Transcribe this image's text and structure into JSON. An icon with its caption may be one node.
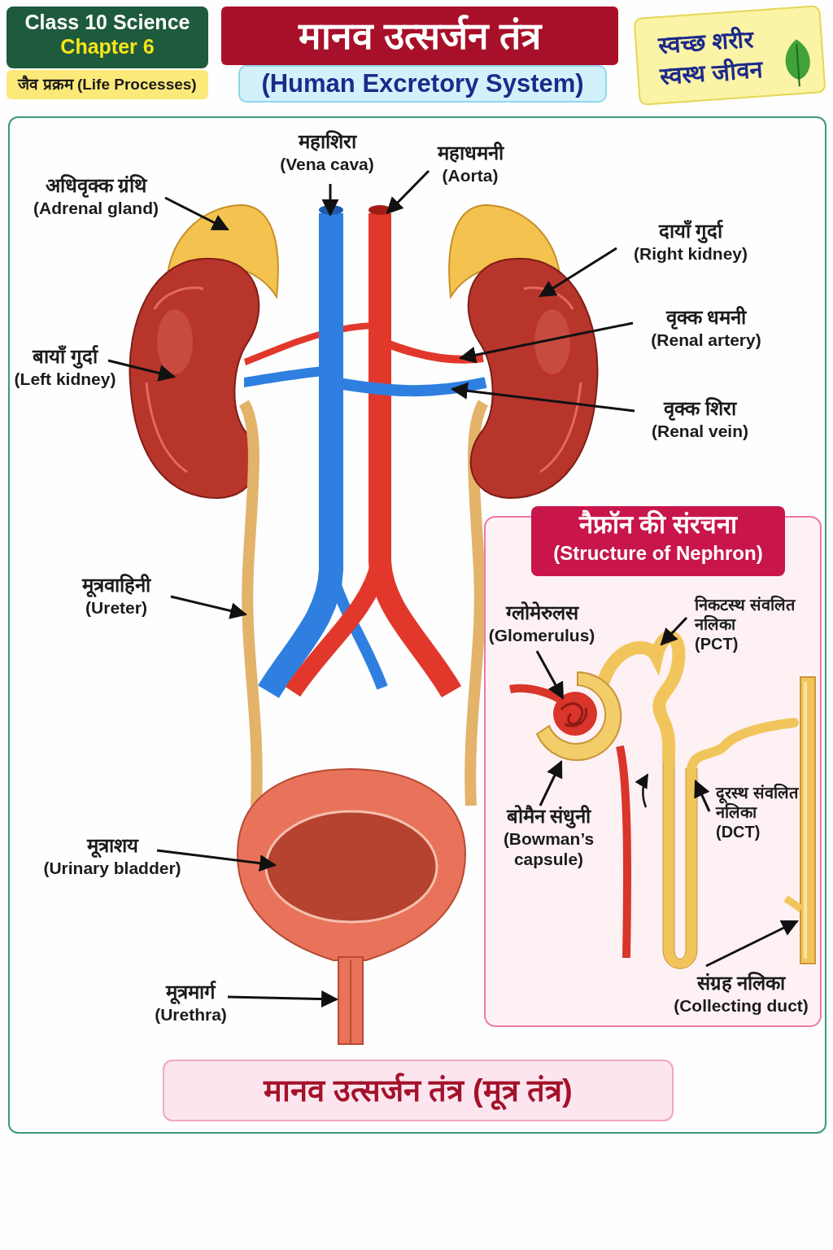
{
  "diagram": {
    "title": "मानव उत्सर्जन तंत्र",
    "nodes": [
      {
        "text": [
          "Class 10 Science",
          "Chapter 6"
        ]
      },
      {
        "text": [
          "जैव प्रक्रम (Life Processes)"
        ]
      },
      {
        "text": [
          "(Human Excretory System)"
        ]
      },
      {
        "text": [
          "स्वच्छ शरीर स्वस्थ जीवन"
        ]
      },
      {
        "text": [],
        "shape": "box"
      },
      {
        "text": [
          "अधिवृक्क ग्रंथि",
          "(Adrenal gland)"
        ],
        "in": 4
      },
      {
        "text": [
          "महाशिरा",
          "(Vena cava)"
        ],
        "in": 4
      },
      {
        "text": [
          "महाधमनी",
          "(Aorta)"
        ],
        "in": 4
      },
      {
        "text": [
          "दायाँ गुर्दा",
          "(Right kidney)"
        ],
        "in": 4
      },
      {
        "text": [
          "वृक्क धमनी",
          "(Renal artery)"
        ],
        "in": 4
      },
      {
        "text": [
          "वृक्क शिरा",
          "(Renal vein)"
        ],
        "in": 4
      },
      {
        "text": [
          "बायाँ गुर्दा",
          "(Left kidney)"
        ],
        "in": 4
      },
      {
        "text": [
          "मूत्रवाहिनी",
          "(Ureter)"
        ],
        "in": 4
      },
      {
        "text": [
          "मूत्राशय",
          "(Urinary bladder)"
        ],
        "in": 4
      },
      {
        "text": [
          "मूत्रमार्ग",
          "(Urethra)"
        ],
        "in": 4
      },
      {
        "text": [
          "नैफ्रॉन की संरचना",
          "(Structure of Nephron)"
        ],
        "in": 4
      },
      {
        "text": [
          "ग्लोमेरुलस",
          "(Glomerulus)"
        ],
        "in": 15
      },
      {
        "text": [
          "निकटस्थ संवलित नलिका",
          "(PCT)"
        ],
        "in": 15
      },
      {
        "text": [
          "बोमैन संधुनी",
          "(Bowman’s capsule)"
        ],
        "in": 15
      },
      {
        "text": [
          "दूरस्थ संवलित नलिका",
          "(DCT)"
        ],
        "in": 15
      },
      {
        "text": [
          "संग्रह नलिका",
          "(Collecting duct)"
        ],
        "in": 15
      },
      {
        "text": [
          "मानव उत्सर्जन तंत्र (मूत्र तंत्र)"
        ],
        "in": 4
      },
      {
        "text": [],
        "shape": "picture",
        "in": 4
      },
      {
        "text": [],
        "shape": "picture",
        "in": 4
      },
      {
        "text": [],
        "shape": "picture",
        "in": 4
      },
      {
        "text": [],
        "shape": "picture",
        "in": 4
      },
      {
        "text": [],
        "shape": "picture",
        "in": 4
      },
      {
        "text": [],
        "shape": "picture",
        "in": 4
      },
      {
        "text": [],
        "shape": "picture",
        "in": 4
      },
      {
        "text": [],
        "shape": "picture",
        "in": 4
      },
      {
        "text": [],
        "shape": "picture",
        "in": 4
      },
      {
        "text": [],
        "shape": "picture",
        "in": 4
      },
      {
        "text": [],
        "shape": "picture",
        "in": 15
      },
      {
        "text": [],
        "shape": "picture",
        "in": 15
      },
      {
        "text": [],
        "shape": "picture",
        "in": 15
      },
      {
        "text": [],
        "shape": "picture",
        "in": 15
      },
      {
        "text": [],
        "shape": "picture",
        "in": 15
      }
    ],
    "edges": [
      {
        "from": 5,
        "to": 22,
        "arrow": "to"
      },
      {
        "from": 6,
        "to": 23,
        "arrow": "to"
      },
      {
        "from": 7,
        "to": 24,
        "arrow": "to"
      },
      {
        "from": 8,
        "to": 25,
        "arrow": "to"
      },
      {
        "from": 9,
        "to": 26,
        "arrow": "to"
      },
      {
        "from": 10,
        "to": 27,
        "arrow": "to"
      },
      {
        "from": 11,
        "to": 28,
        "arrow": "to"
      },
      {
        "from": 12,
        "to": 29,
        "arrow": "to"
      },
      {
        "from": 13,
        "to": 30,
        "arrow": "to"
      },
      {
        "from": 14,
        "to": 31,
        "arrow": "to"
      },
      {
        "from": 16,
        "to": 32,
        "arrow": "to"
      },
      {
        "from": 17,
        "to": 33,
        "arrow": "to"
      },
      {
        "from": 18,
        "to": 34,
        "arrow": "to"
      },
      {
        "from": 19,
        "to": 35,
        "arrow": "to"
      },
      {
        "from": 20,
        "to": 36,
        "arrow": "to"
      }
    ]
  }
}
